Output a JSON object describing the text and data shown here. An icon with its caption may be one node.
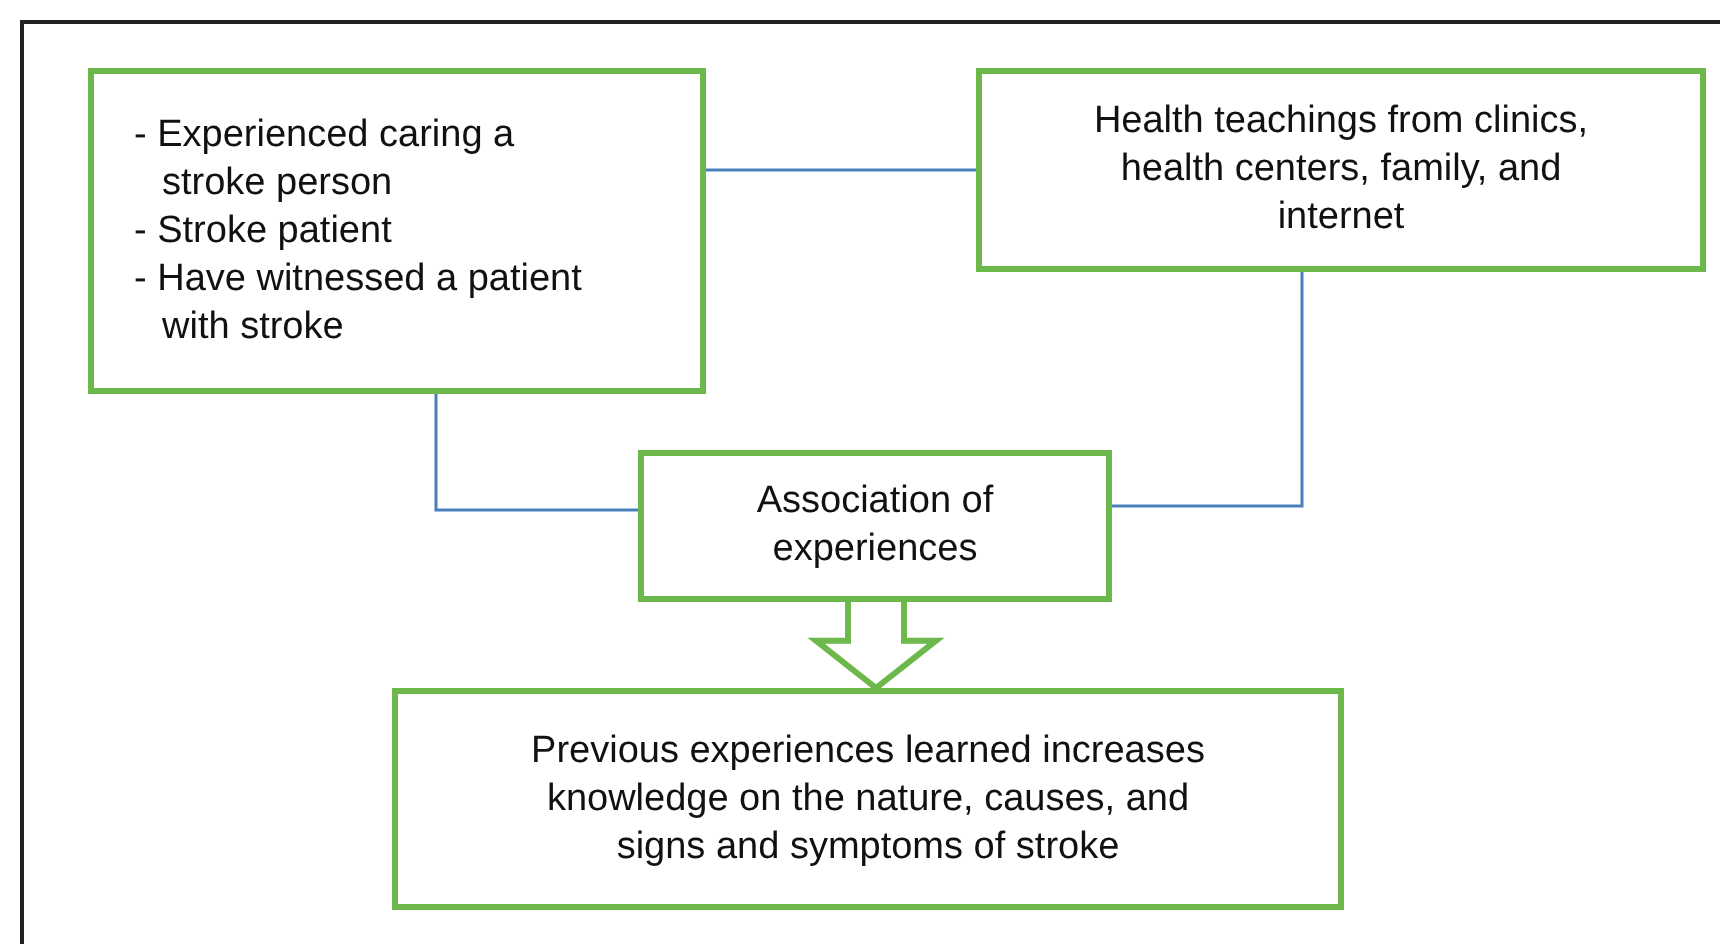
{
  "diagram": {
    "nodes": [
      {
        "text": [
          "- Experienced caring a stroke person",
          "- Stroke patient",
          "- Have witnessed a patient with stroke"
        ]
      },
      {
        "text": [
          "Health teachings from clinics, health centers, family, and internet"
        ]
      },
      {
        "text": [
          "Association of experiences"
        ]
      },
      {
        "text": [
          "Previous experiences learned increases knowledge on the nature, causes, and signs and symptoms of stroke"
        ]
      }
    ],
    "edges": [
      {
        "from": 0,
        "to": 1,
        "arrow": "none"
      },
      {
        "from": 0,
        "to": 2,
        "arrow": "none"
      },
      {
        "from": 1,
        "to": 2,
        "arrow": "none"
      },
      {
        "from": 2,
        "to": 3,
        "arrow": "to",
        "style": "thick",
        "color": "#6cb84a"
      }
    ]
  }
}
